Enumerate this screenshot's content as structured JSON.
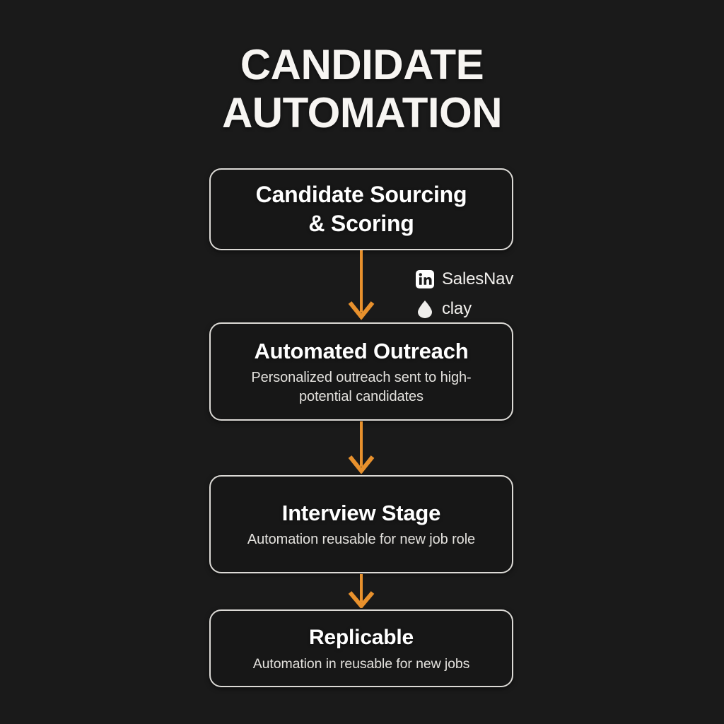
{
  "background_color": "#1a1a1a",
  "accent_color": "#e8912d",
  "border_color": "#dcdad6",
  "title": {
    "line1": "CANDIDATE",
    "line2": "AUTOMATION"
  },
  "nodes": [
    {
      "id": "candidate-sourcing-scoring",
      "title_line1": "Candidate Sourcing",
      "title_line2": "& Scoring",
      "subtitle": ""
    },
    {
      "id": "automated-outreach",
      "title_line1": "Automated Outreach",
      "title_line2": "",
      "subtitle": "Personalized outreach sent to high-potential candidates"
    },
    {
      "id": "interview-stage",
      "title_line1": "Interview Stage",
      "title_line2": "",
      "subtitle": "Automation reusable for new job role"
    },
    {
      "id": "replicable",
      "title_line1": "Replicable",
      "title_line2": "",
      "subtitle": "Automation in reusable for new jobs"
    }
  ],
  "connectors": [
    {
      "id": "arrow-sourcing-to-outreach",
      "direction": "down",
      "color": "#e8912d"
    },
    {
      "id": "arrow-outreach-to-interview",
      "direction": "down",
      "color": "#e8912d"
    },
    {
      "id": "arrow-interview-to-replicable",
      "direction": "down",
      "color": "#e8912d"
    }
  ],
  "badges": [
    {
      "icon": "linkedin-icon",
      "label": "SalesNav"
    },
    {
      "icon": "clay-droplet-icon",
      "label": "clay"
    }
  ]
}
